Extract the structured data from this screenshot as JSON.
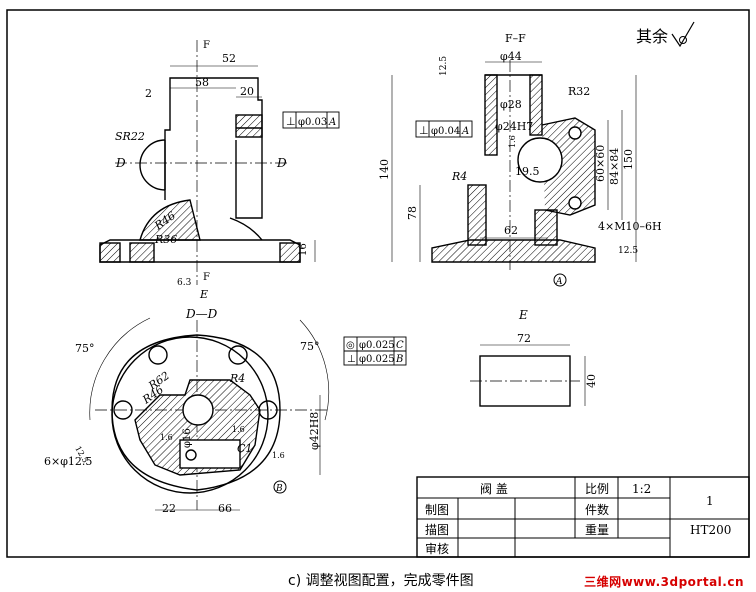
{
  "roughness_note": "其余",
  "section_label": "F–F",
  "view_label_dd": "D—D",
  "view_label_e": "E",
  "front_view": {
    "dims": [
      "52",
      "58",
      "20",
      "2",
      "16"
    ],
    "labels": [
      "SR22",
      "R46",
      "R36",
      "6.3",
      "F",
      "F",
      "D",
      "D",
      "E"
    ],
    "tolerance": {
      "sym": "⊥",
      "value": "φ0.03",
      "datum": "A"
    }
  },
  "section_view": {
    "dims": [
      "φ44",
      "φ28",
      "φ24H7",
      "19.5",
      "62",
      "140",
      "78",
      "60×60",
      "84×84",
      "150",
      "12.5",
      "1.6"
    ],
    "labels": [
      "R32",
      "R4",
      "4×M10–6H",
      "A",
      "12.5"
    ],
    "tolerance": {
      "sym": "⊥",
      "value": "φ0.04",
      "datum": "A"
    }
  },
  "bottom_view": {
    "dims": [
      "75°",
      "75°",
      "R62",
      "R46",
      "R4",
      "φ16",
      "1.6",
      "22",
      "66",
      "C1",
      "φ42H8",
      "1.6",
      "12.5",
      "6×φ12.5",
      "1.6"
    ],
    "labels": [
      "B"
    ],
    "tolerances": [
      {
        "sym": "◎",
        "value": "φ0.025",
        "datum": "C"
      },
      {
        "sym": "⊥",
        "value": "φ0.025",
        "datum": "B"
      }
    ]
  },
  "e_view": {
    "dims": [
      "72",
      "40"
    ]
  },
  "title_block": {
    "part_name": "阀   盖",
    "scale_label": "比例",
    "scale_value": "1:2",
    "sheet": "1",
    "drawn": "制图",
    "count": "件数",
    "traced": "描图",
    "weight": "重量",
    "material": "HT200",
    "checked": "审核"
  },
  "caption": "c) 调整视图配置，完成零件图",
  "watermark": "三维网www.3dportal.cn"
}
